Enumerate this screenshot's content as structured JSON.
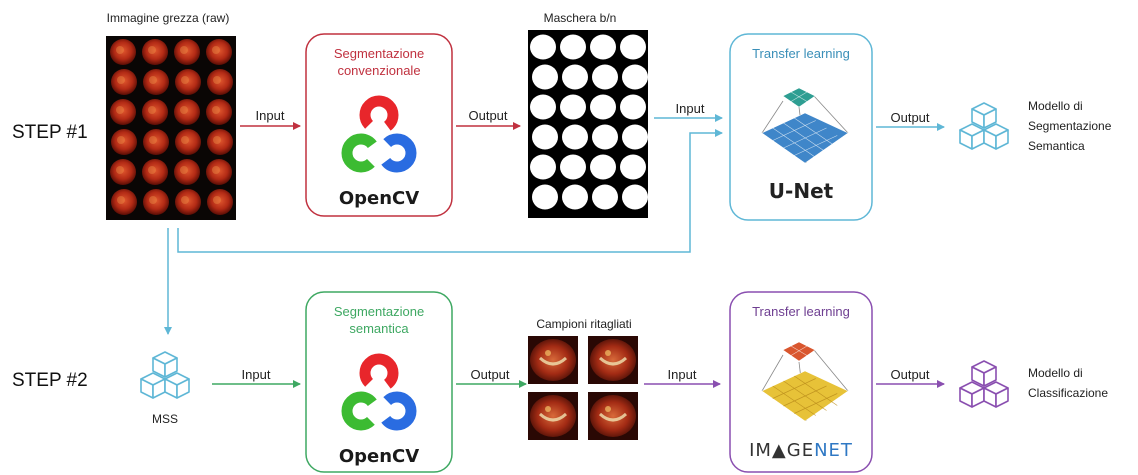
{
  "steps": {
    "step1": "STEP #1",
    "step2": "STEP #2"
  },
  "step1": {
    "raw_title": "Immagine grezza (raw)",
    "input1": "Input",
    "box1_title": {
      "line1": "Segmentazione",
      "line2": "convenzionale"
    },
    "box1_brand": "OpenCV",
    "output1": "Output",
    "mask_title": "Maschera b/n",
    "input2": "Input",
    "box2_title": "Transfer learning",
    "box2_brand": "U-Net",
    "output2": "Output",
    "result": {
      "line1": "Modello di",
      "line2": "Segmentazione",
      "line3": "Semantica"
    }
  },
  "step2": {
    "mss_label": "MSS",
    "input1": "Input",
    "box1_title": {
      "line1": "Segmentazione",
      "line2": "semantica"
    },
    "box1_brand": "OpenCV",
    "output1": "Output",
    "crops_title": "Campioni ritagliati",
    "input2": "Input",
    "box2_title": "Transfer learning",
    "box2_brand": {
      "part1": "IM",
      "part2": "GE",
      "part3": "NET"
    },
    "output2": "Output",
    "result": {
      "line1": "Modello di",
      "line2": "Classificazione"
    }
  },
  "colors": {
    "red": "#c0313f",
    "cyan": "#5fb7d6",
    "green": "#3ea862",
    "purple": "#8a4fb0",
    "opencv_red": "#e8262b",
    "opencv_green": "#3cbb32",
    "opencv_blue": "#2a6ce1"
  },
  "icons": {
    "raw_image": "tomato-grid-photo",
    "mask": "binary-mask-image",
    "crops": "cropped-tomato-samples",
    "model": "cubes-icon",
    "unet": "unet-network-icon",
    "imagenet": "network-layers-icon"
  }
}
